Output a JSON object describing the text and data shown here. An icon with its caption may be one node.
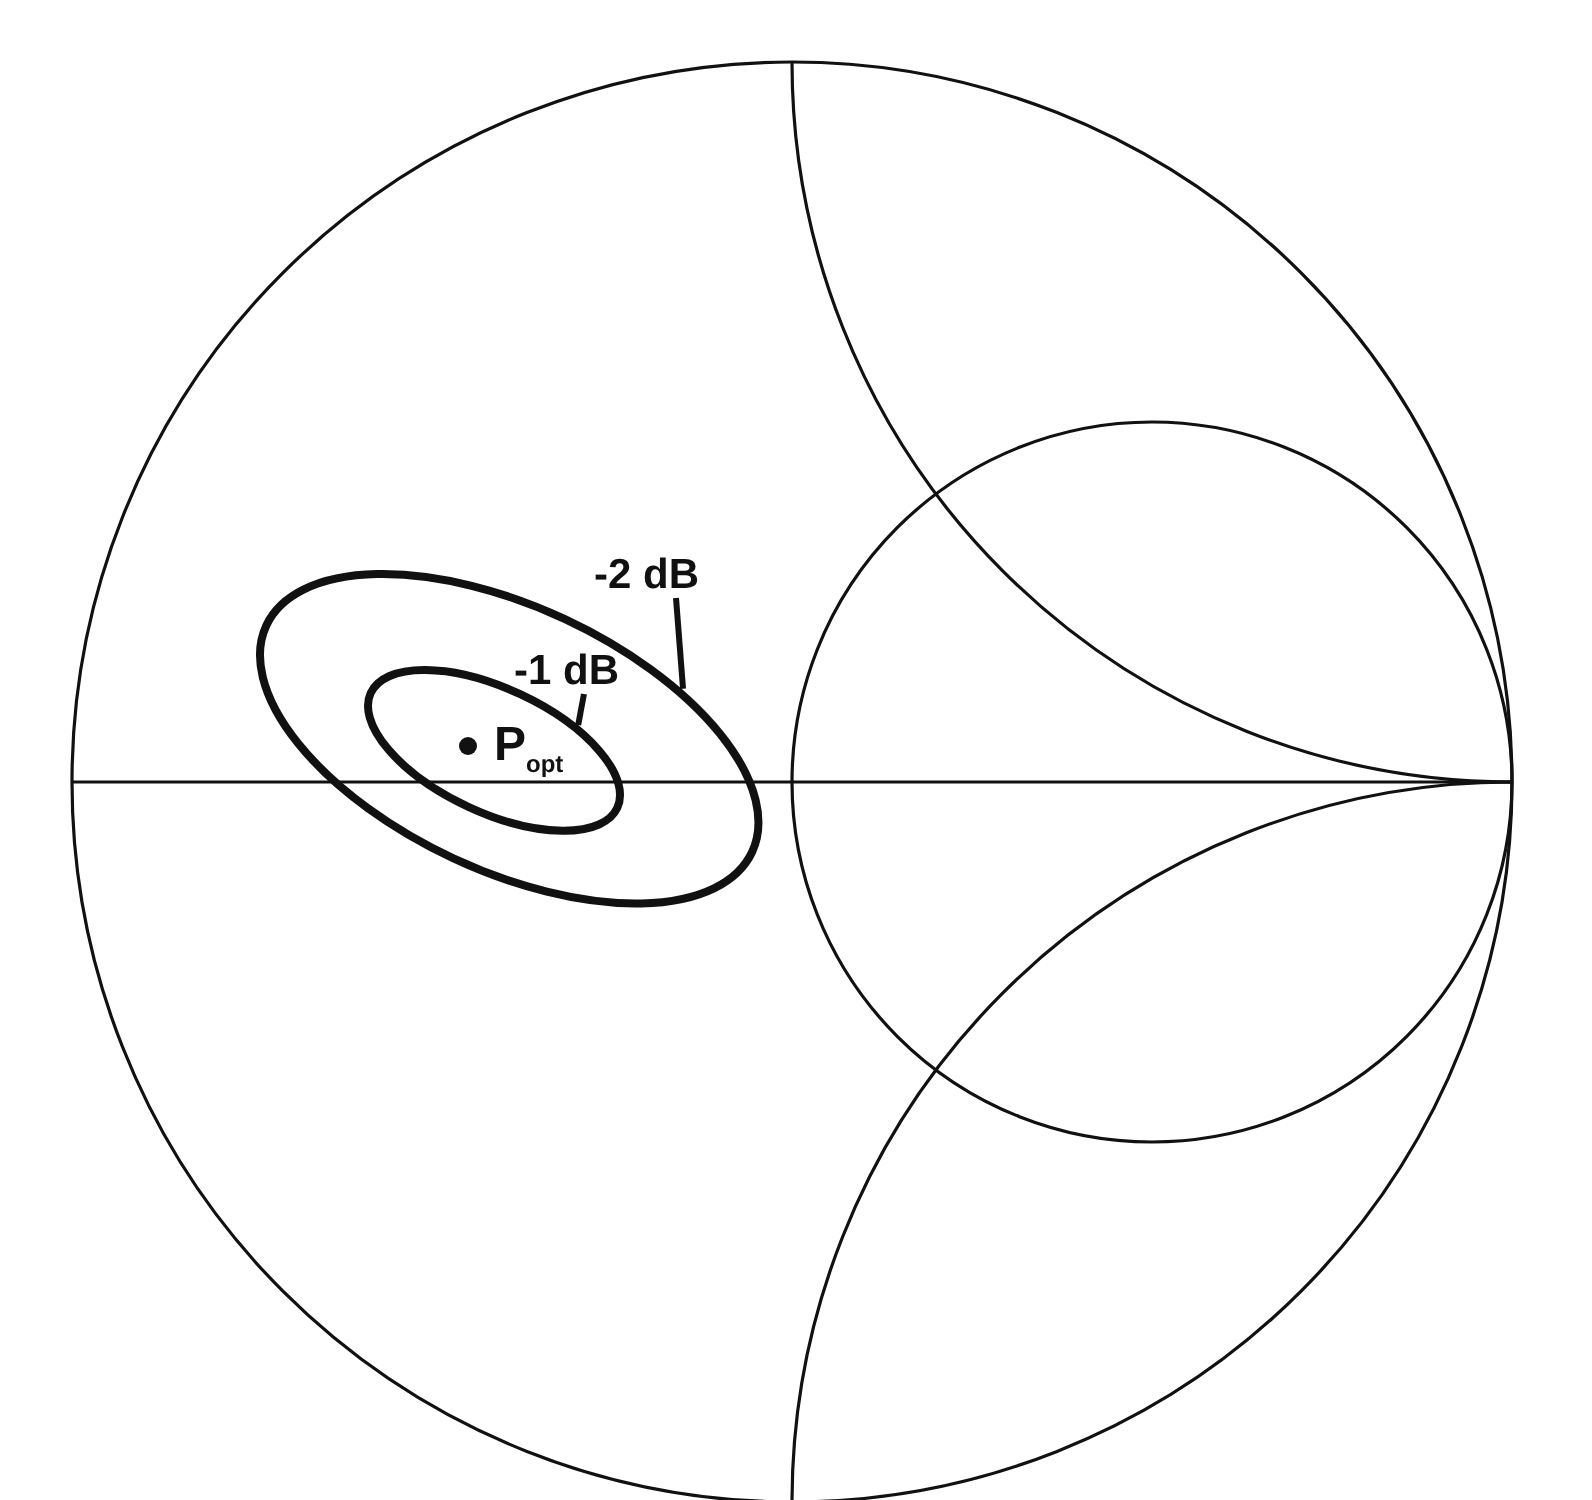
{
  "diagram": {
    "nodes": [
      {
        "text": [
          "-2 dB"
        ]
      },
      {
        "text": [],
        "shape": "ellipse"
      },
      {
        "text": [
          "-1 dB"
        ],
        "in": 1
      },
      {
        "text": [],
        "shape": "ellipse",
        "in": 1
      }
    ],
    "edges": [
      {
        "from": 0,
        "to": 1,
        "arrow": "none"
      },
      {
        "from": 2,
        "to": 3,
        "arrow": "none"
      }
    ],
    "labels": [
      "P$_{opt}$"
    ]
  }
}
